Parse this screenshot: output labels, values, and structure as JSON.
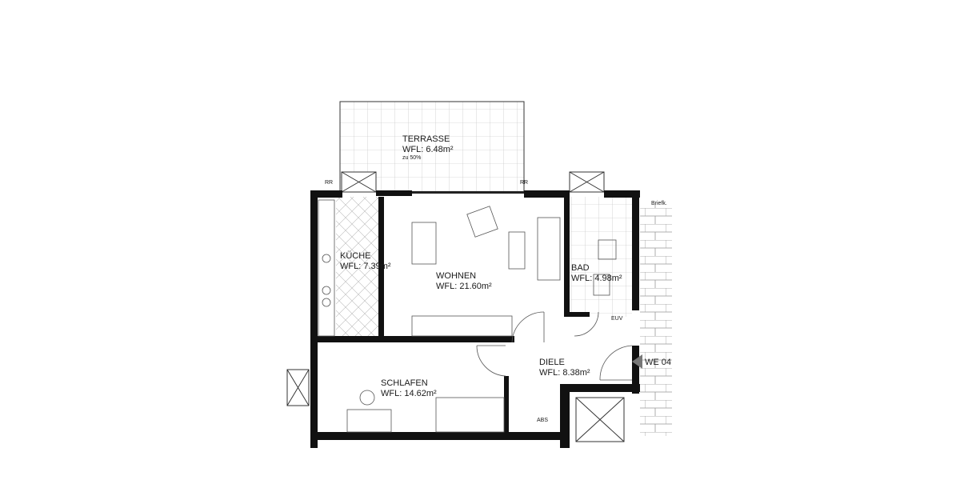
{
  "plan": {
    "rooms": [
      {
        "name": "TERRASSE",
        "area": "WFL: 6.48m²",
        "note": "zu 50%"
      },
      {
        "name": "KÜCHE",
        "area": "WFL: 7.39m²"
      },
      {
        "name": "WOHNEN",
        "area": "WFL: 21.60m²"
      },
      {
        "name": "BAD",
        "area": "WFL: 4.98m²"
      },
      {
        "name": "DIELE",
        "area": "WFL: 8.38m²"
      },
      {
        "name": "SCHLAFEN",
        "area": "WFL: 14.62m²"
      }
    ],
    "labels": {
      "rr_left": "RR",
      "rr_right": "RR",
      "mailbox": "Briefk.",
      "euv": "EUV",
      "abs": "ABS",
      "unit": "WE 04"
    }
  }
}
